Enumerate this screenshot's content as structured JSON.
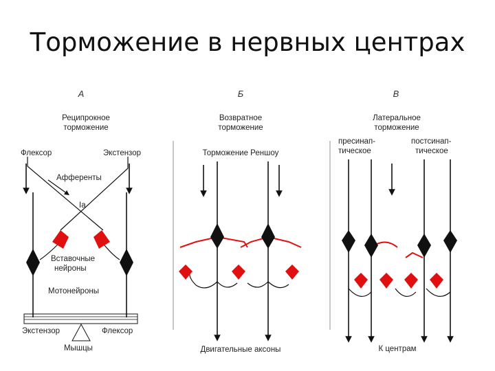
{
  "title": "Торможение в нервных центрах",
  "panel_a": {
    "letter": "А",
    "heading_line1": "Реципрокное",
    "heading_line2": "торможение",
    "flexor": "Флексор",
    "extensor": "Экстензор",
    "afferents": "Афференты",
    "ia": "Ia",
    "interneurons_line1": "Вставочные",
    "interneurons_line2": "нейроны",
    "motoneurons": "Мотонейроны",
    "muscle_extensor": "Экстензор",
    "muscle_flexor": "Флексор",
    "muscles": "Мышцы"
  },
  "panel_b": {
    "letter": "Б",
    "heading_line1": "Возвратное",
    "heading_line2": "торможение",
    "renshaw": "Торможение Реншоу",
    "motor_axons": "Двигательные аксоны"
  },
  "panel_c": {
    "letter": "В",
    "heading_line1": "Латеральное",
    "heading_line2": "торможение",
    "presyn_line1": "пресинап-",
    "presyn_line2": "тическое",
    "postsyn_line1": "постсинап-",
    "postsyn_line2": "тическое",
    "to_centers": "К центрам"
  },
  "colors": {
    "inhibitory": "#e01010",
    "excitatory": "#111111"
  }
}
